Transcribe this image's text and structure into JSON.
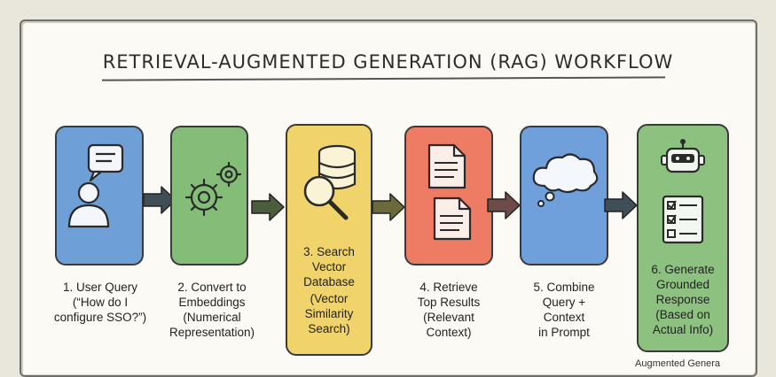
{
  "title": "RETRIEVAL-AUGMENTED GENERATION (RAG) WORKFLOW",
  "colors": {
    "blue": "#6e9fd6",
    "green": "#84bd78",
    "yellow": "#f1d36b",
    "red": "#ee7b63",
    "lightblue": "#6fa0dc",
    "green2": "#8dc180",
    "arrow": "#3f4e57"
  },
  "steps": [
    {
      "line1": "1. User Query",
      "line2": "(“How do I",
      "line3": "configure SSO?”)",
      "line4": "",
      "line5": "",
      "icon": "user-chat-icon"
    },
    {
      "line1": "2. Convert to",
      "line2": "Embeddings",
      "line3": "(Numerical",
      "line4": "Representation)",
      "line5": "",
      "icon": "gears-icon"
    },
    {
      "line1": "3. Search",
      "line2": "Vector",
      "line3": "Database",
      "line4": "(Vector",
      "line5": "Similarity",
      "line6": "Search)",
      "icon": "database-search-icon"
    },
    {
      "line1": "4. Retrieve",
      "line2": "Top Results",
      "line3": "(Relevant",
      "line4": "Context)",
      "line5": "",
      "icon": "documents-icon"
    },
    {
      "line1": "5. Combine",
      "line2": "Query +",
      "line3": "Context",
      "line4": "in Prompt",
      "line5": "",
      "icon": "thought-cloud-icon"
    },
    {
      "line1": "6. Generate",
      "line2": "Grounded",
      "line3": "Response",
      "line4": "(Based on",
      "line5": "Actual Info)",
      "icon": "robot-checklist-icon"
    }
  ],
  "footer_partial": "Augmented Genera"
}
